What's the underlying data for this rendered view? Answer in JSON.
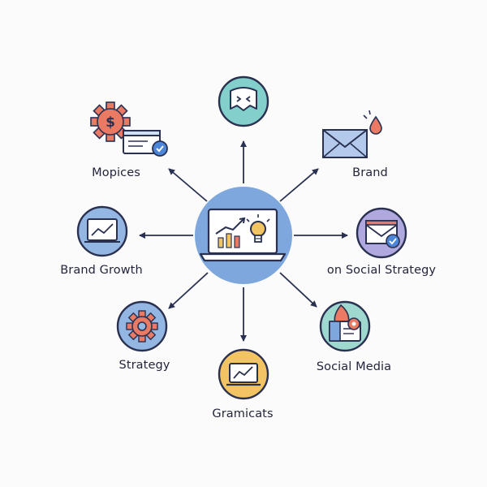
{
  "diagram": {
    "hub": {
      "icon": "laptop-chart-lightbulb-icon"
    },
    "nodes": [
      {
        "id": "top",
        "label": "",
        "icon": "chat-face-icon"
      },
      {
        "id": "top-left",
        "label": "Mopices",
        "icon": "gear-dollar-card-icon"
      },
      {
        "id": "top-right",
        "label": "Brand",
        "icon": "envelope-drop-icon"
      },
      {
        "id": "left",
        "label": "Brand Growth",
        "icon": "monitor-trend-icon"
      },
      {
        "id": "right",
        "label": "on Social Strategy",
        "icon": "envelope-check-icon"
      },
      {
        "id": "bottom-left",
        "label": "Strategy",
        "icon": "gear-icon"
      },
      {
        "id": "bottom-right",
        "label": "Social Media",
        "icon": "media-flame-icon"
      },
      {
        "id": "bottom",
        "label": "Gramicats",
        "icon": "laptop-trend-icon"
      }
    ]
  },
  "colors": {
    "hub": "#7ea7dd",
    "outline": "#2a3150",
    "teal": "#82cfcb",
    "blue": "#94b6e2",
    "purple": "#b0a9e0",
    "gold": "#f3c463",
    "mint": "#9ed8cf",
    "coral": "#ea7a63",
    "accent_blue": "#4c86d9"
  }
}
